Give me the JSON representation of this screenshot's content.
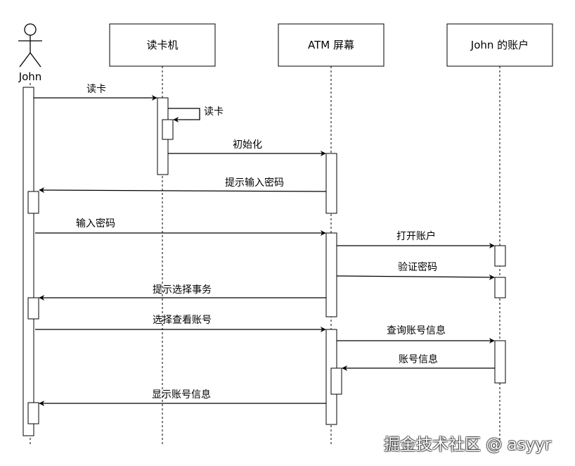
{
  "actor": {
    "name": "John"
  },
  "participants": [
    {
      "label": "读卡机"
    },
    {
      "label": "ATM 屏幕"
    },
    {
      "label": "John 的账户"
    }
  ],
  "messages": [
    {
      "label": "读卡"
    },
    {
      "label": "读卡"
    },
    {
      "label": "初始化"
    },
    {
      "label": "提示输入密码"
    },
    {
      "label": "输入密码"
    },
    {
      "label": "打开账户"
    },
    {
      "label": "验证密码"
    },
    {
      "label": "提示选择事务"
    },
    {
      "label": "选择查看账号"
    },
    {
      "label": "查询账号信息"
    },
    {
      "label": "账号信息"
    },
    {
      "label": "显示账号信息"
    }
  ],
  "watermark": "掘金技术社区 @ asyyr"
}
